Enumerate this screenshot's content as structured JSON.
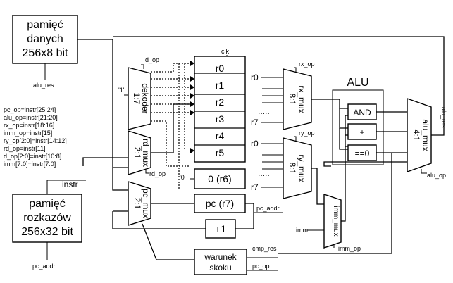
{
  "data_memory": {
    "line1": "pamięć",
    "line2": "danych",
    "line3": "256x8 bit",
    "input_label": "alu_res"
  },
  "program_memory": {
    "line1": "pamięć",
    "line2": "rozkazów",
    "line3": "256x32 bit",
    "output_label": "instr",
    "input_label": "pc_addr"
  },
  "instr_fields": [
    "pc_op=instr[25:24]",
    "alu_op=instr[21:20]",
    "rx_op=instr[18:16]",
    "imm_op=instr[15]",
    "ry_op[2:0]=instr[14:12]",
    "rd_op=instr[11]",
    "d_op[2:0]=instr[10:8]",
    "imm[7:0]=instr[7:0]"
  ],
  "decoder": {
    "label": "dekoder",
    "sub": "1:7",
    "ctrl": "d_op",
    "input": "'1'"
  },
  "registers": [
    "r0",
    "r1",
    "r2",
    "r3",
    "r4",
    "r5"
  ],
  "reg6": "0 (r6)",
  "reg6_input": "'0'",
  "pc_reg": "pc (r7)",
  "incrementer": "+1",
  "clk": "clk",
  "rd_mux": {
    "label": "rd_mux",
    "sub": "2:1",
    "ctrl": "rd_op"
  },
  "pc_mux": {
    "label": "pc_mux",
    "sub": "2:1"
  },
  "rx_mux": {
    "label": "rx_mux",
    "sub": "8:1",
    "ctrl": "rx_op",
    "in_first": "r0",
    "in_last": "r7",
    "dots": "....."
  },
  "ry_mux": {
    "label": "ry_mux",
    "sub": "8:1",
    "ctrl": "ry_op",
    "in_first": "r0",
    "in_last": "r7",
    "dots": "....."
  },
  "imm_mux": {
    "label": "imm_mux",
    "ctrl": "imm_op",
    "input": "imm"
  },
  "alu": {
    "title": "ALU",
    "ops": [
      "AND",
      "+",
      "==0"
    ]
  },
  "alu_mux": {
    "label": "alu_mux",
    "sub": "4:1",
    "ctrl": "alu_op",
    "output": "alu_res"
  },
  "pc_addr_label": "pc_addr",
  "jump": {
    "line1": "warunek",
    "line2": "skoku",
    "in1": "cmp_res",
    "in2": "pc_op"
  }
}
